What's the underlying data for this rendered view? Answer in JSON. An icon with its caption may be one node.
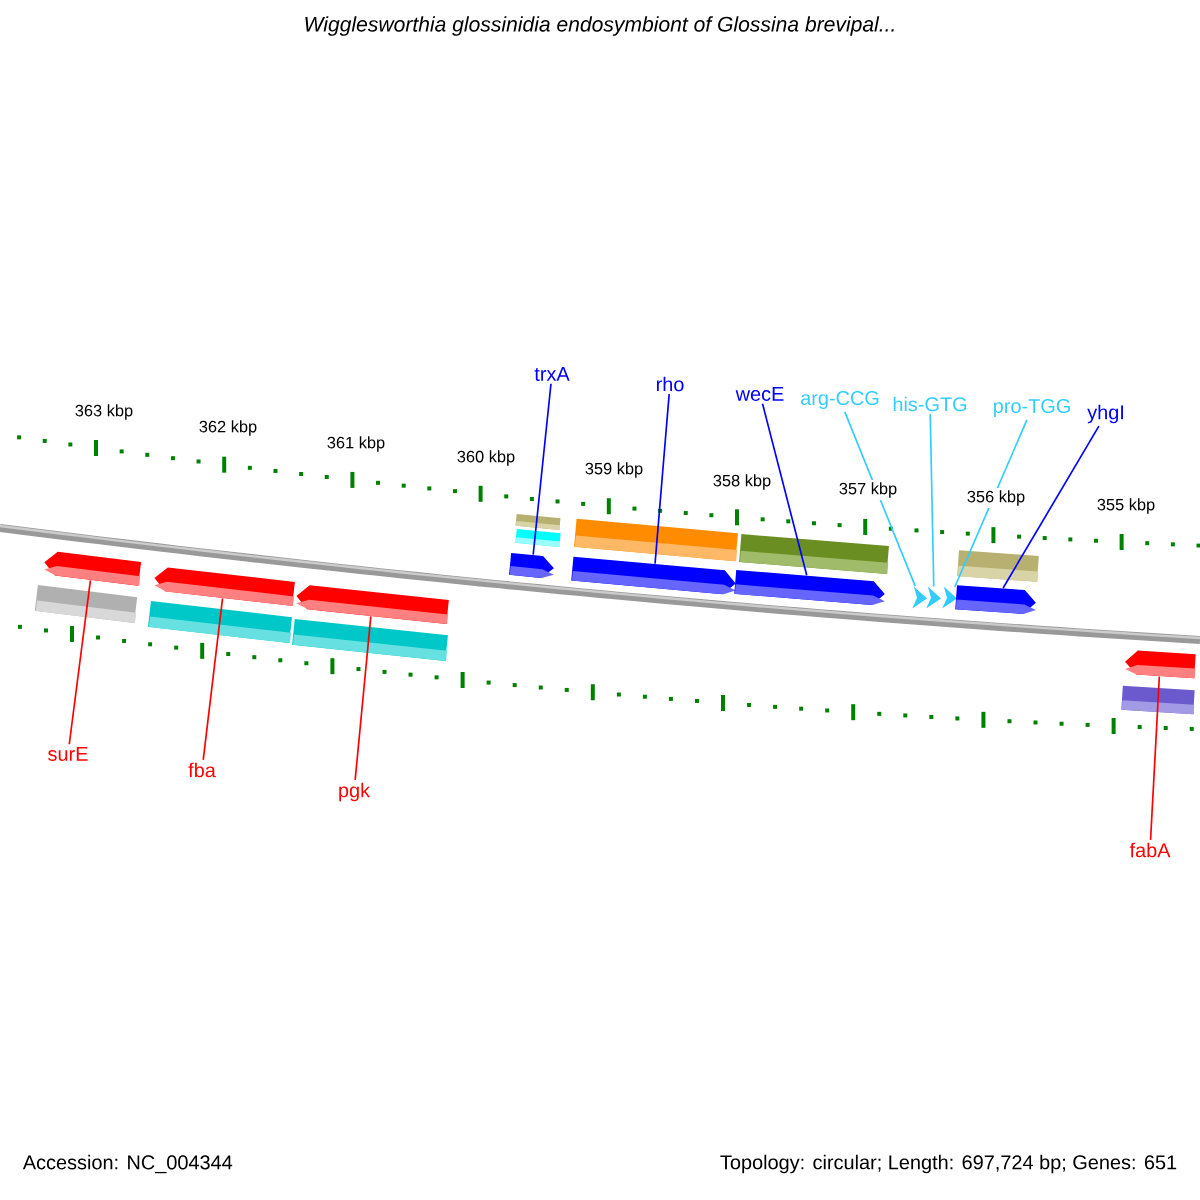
{
  "diagram": {
    "title": "*Wigglesworthia glossinidia endosymbiont of Glossina brevipal...*",
    "nodes": [
      {
        "text": [
          "trxA"
        ]
      },
      {
        "text": [
          "rho"
        ]
      },
      {
        "text": [
          "wecE"
        ]
      },
      {
        "text": [
          "arg-CCG"
        ]
      },
      {
        "text": [
          "his-GTG"
        ]
      },
      {
        "text": [
          "pro-TGG"
        ]
      },
      {
        "text": [
          "yhgI"
        ]
      },
      {
        "text": [
          "surE"
        ]
      },
      {
        "text": [
          "fba"
        ]
      },
      {
        "text": [
          "pgk"
        ]
      },
      {
        "text": [
          "fabA"
        ]
      },
      {
        "text": [],
        "shape": "arrow"
      },
      {
        "text": [],
        "shape": "arrow"
      },
      {
        "text": [],
        "shape": "arrow"
      },
      {
        "text": [],
        "shape": "arrow"
      },
      {
        "text": [],
        "shape": "arrow"
      },
      {
        "text": [],
        "shape": "arrow"
      },
      {
        "text": [],
        "shape": "arrow"
      },
      {
        "text": [],
        "shape": "arrow"
      },
      {
        "text": [],
        "shape": "arrow"
      },
      {
        "text": [],
        "shape": "arrow"
      },
      {
        "text": [],
        "shape": "arrow"
      },
      {
        "text": [],
        "shape": "bar"
      },
      {
        "text": [],
        "shape": "bar"
      },
      {
        "text": [],
        "shape": "bar"
      },
      {
        "text": [],
        "shape": "bar"
      },
      {
        "text": [],
        "shape": "bar"
      },
      {
        "text": [],
        "shape": "bar"
      },
      {
        "text": [],
        "shape": "bar"
      },
      {
        "text": [],
        "shape": "bar"
      },
      {
        "text": [],
        "shape": "bar"
      }
    ],
    "edges": [
      {
        "from": 0,
        "to": 14,
        "arrow": "none",
        "color": "#0000ff"
      },
      {
        "from": 1,
        "to": 15,
        "arrow": "none",
        "color": "#0000ff"
      },
      {
        "from": 2,
        "to": 16,
        "arrow": "none",
        "color": "#0000ff"
      },
      {
        "from": 3,
        "to": 17,
        "arrow": "none",
        "color": "#33ccff"
      },
      {
        "from": 4,
        "to": 18,
        "arrow": "none",
        "color": "#33ccff"
      },
      {
        "from": 5,
        "to": 19,
        "arrow": "none",
        "color": "#33ccff"
      },
      {
        "from": 6,
        "to": 20,
        "arrow": "none",
        "color": "#0000ff"
      },
      {
        "from": 7,
        "to": 11,
        "arrow": "none",
        "color": "#ff0000"
      },
      {
        "from": 8,
        "to": 12,
        "arrow": "none",
        "color": "#ff0000"
      },
      {
        "from": 9,
        "to": 13,
        "arrow": "none",
        "color": "#ff0000"
      },
      {
        "from": 10,
        "to": 21,
        "arrow": "none",
        "color": "#ff0000"
      }
    ],
    "labels": [
      "363 kbp",
      "362 kbp",
      "361 kbp",
      "360 kbp",
      "359 kbp",
      "358 kbp",
      "357 kbp",
      "356 kbp",
      "355 kbp",
      "Accession: NC_004344",
      "Topology: circular; Length: 697,724 bp; Genes: 651"
    ]
  }
}
